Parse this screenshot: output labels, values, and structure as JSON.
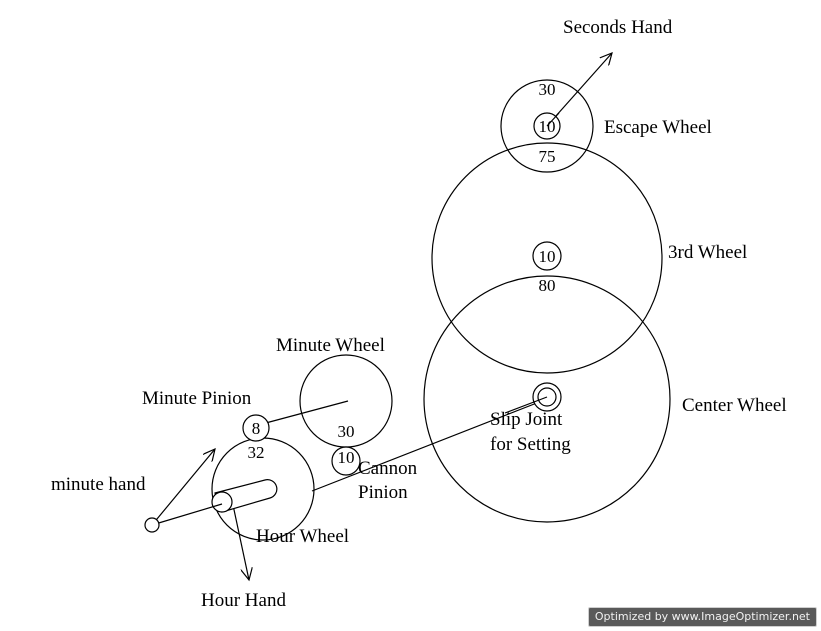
{
  "labels": {
    "seconds_hand": "Seconds Hand",
    "escape_wheel": "Escape Wheel",
    "third_wheel": "3rd Wheel",
    "center_wheel": "Center Wheel",
    "minute_wheel": "Minute Wheel",
    "minute_pinion": "Minute Pinion",
    "minute_hand": "minute hand",
    "cannon_line1": "Cannon",
    "cannon_line2": "Pinion",
    "slip_line1": "Slip Joint",
    "slip_line2": "for Setting",
    "hour_wheel": "Hour Wheel",
    "hour_hand": "Hour Hand"
  },
  "teeth": {
    "escape_wheel": "30",
    "escape_pinion": "10",
    "third_wheel": "75",
    "third_pinion": "10",
    "center_wheel": "80",
    "minute_pinion": "8",
    "hour_wheel": "32",
    "minute_wheel": "30",
    "cannon_pinion": "10"
  },
  "watermark": "Optimized by www.ImageOptimizer.net"
}
